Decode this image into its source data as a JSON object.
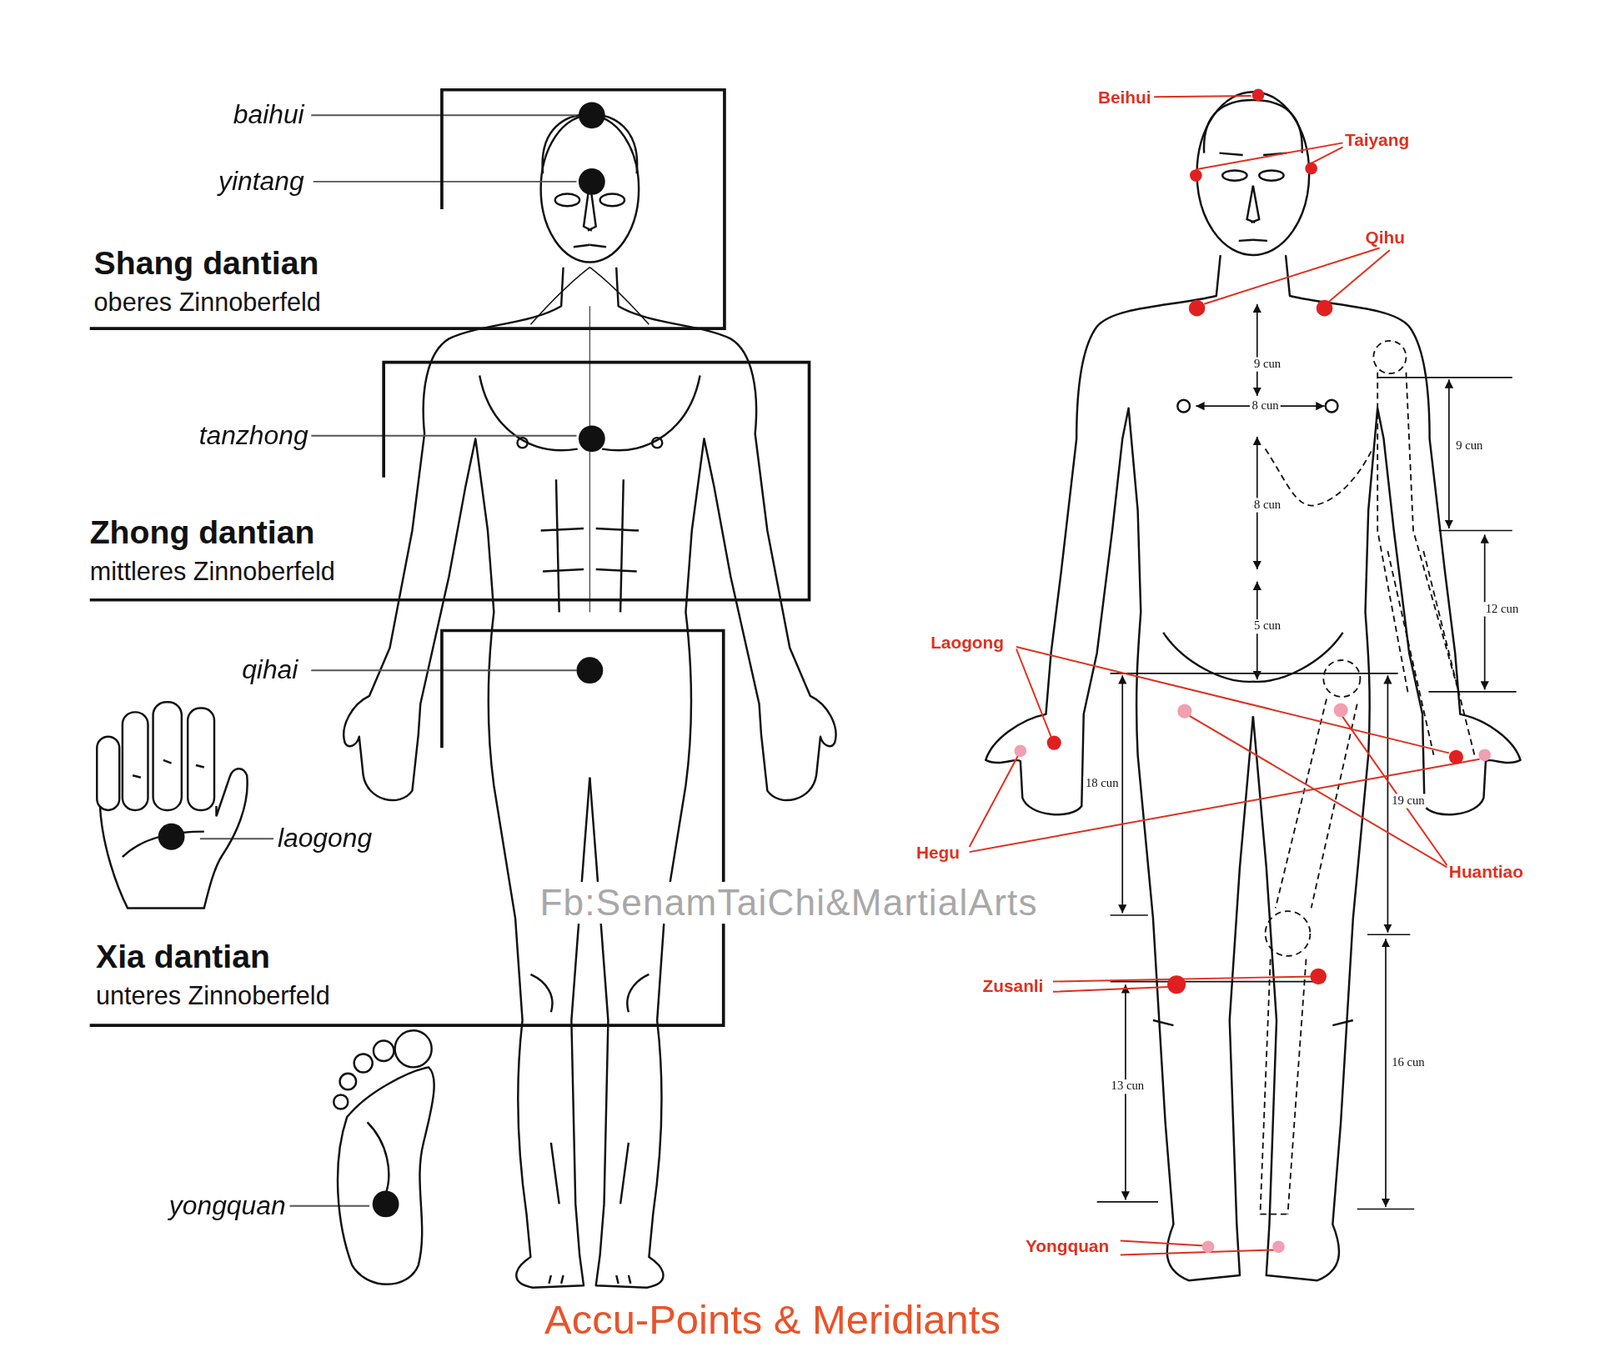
{
  "diagram": {
    "title": "Accu-Points & Meridiants",
    "nodes": [
      {
        "text": [
          "Shang dantian",
          "oberes Zinnoberfeld"
        ]
      },
      {
        "text": [
          "Zhong dantian",
          "mittleres Zinnoberfeld"
        ]
      },
      {
        "text": [
          "Xia dantian",
          "unteres Zinnoberfeld"
        ]
      }
    ],
    "labels": [
      "baihui",
      "yintang",
      "tanzhong",
      "qihai",
      "laogong",
      "yongquan",
      "Fb:SenamTaiChi&MartialArts",
      "Beihui",
      "Taiyang",
      "Qihu",
      "Laogong",
      "Hegu",
      "Huantiao",
      "Zusanli",
      "Yongquan",
      "9 cun",
      "8 cun",
      "8 cun",
      "5 cun",
      "9 cun",
      "12 cun",
      "18 cun",
      "19 cun",
      "13 cun",
      "16 cun"
    ]
  }
}
